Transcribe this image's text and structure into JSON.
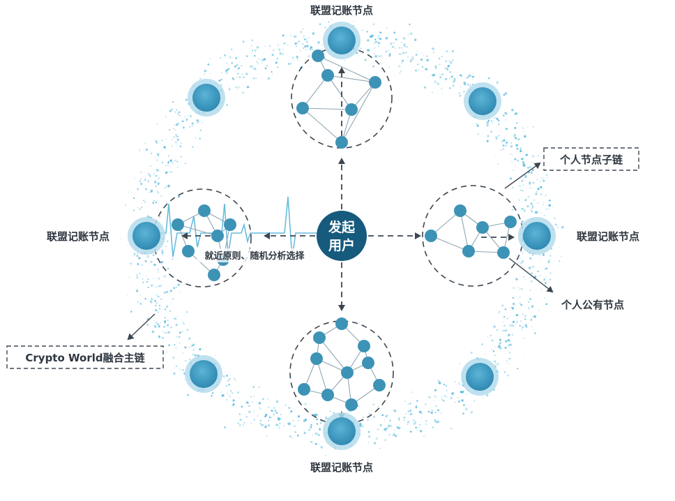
{
  "labels": {
    "top_node": "联盟记账节点",
    "left_node": "联盟记账节点",
    "right_node": "联盟记账节点",
    "bottom_node": "联盟记账节点",
    "center_line1": "发起",
    "center_line2": "用户",
    "selection_rule": "就近原则、随机分析选择",
    "personal_subchain": "个人节点子链",
    "personal_public_node": "个人公有节点",
    "main_chain": "Crypto World融合主链"
  },
  "colors": {
    "center_fill": "#165a7d",
    "node_fill": "#3d93b6",
    "big_node_fill": "#3f9cc4",
    "big_node_ring": "#b4dcec",
    "ring_particles": "#4ab3d9",
    "edge": "#8fa5b2",
    "dashed": "#44505a",
    "label": "#2e3640"
  }
}
